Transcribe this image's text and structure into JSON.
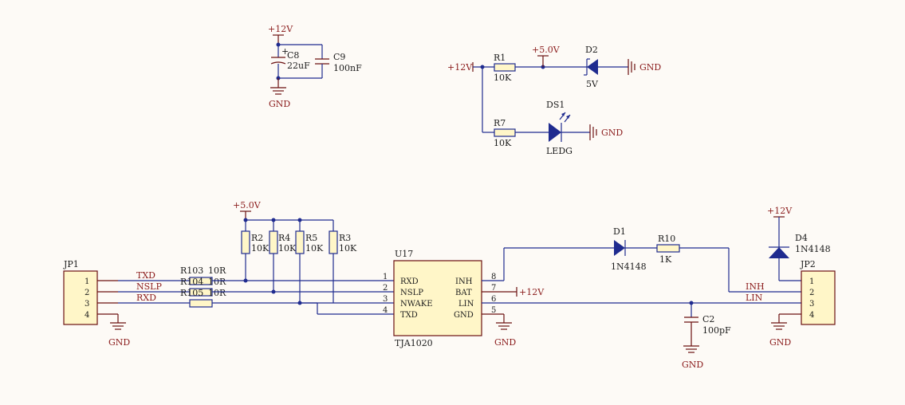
{
  "power": {
    "v12_c8": "+12V",
    "gnd_c8": "GND",
    "v12_r1": "+12V",
    "v5_d2": "+5.0V",
    "gnd_d2": "GND",
    "gnd_ds1": "GND",
    "v5_pullups": "+5.0V",
    "v12_bat": "+12V",
    "v12_d4": "+12V",
    "gnd_jp1": "GND",
    "gnd_u17": "GND",
    "gnd_c2": "GND",
    "gnd_jp2": "GND"
  },
  "components": {
    "c8": {
      "ref": "C8",
      "value": "22uF",
      "plus": "+"
    },
    "c9": {
      "ref": "C9",
      "value": "100nF"
    },
    "r1": {
      "ref": "R1",
      "value": "10K"
    },
    "d2": {
      "ref": "D2",
      "value": "5V"
    },
    "r7": {
      "ref": "R7",
      "value": "10K"
    },
    "ds1": {
      "ref": "DS1",
      "value": "LEDG"
    },
    "r2": {
      "ref": "R2",
      "value": "10K"
    },
    "r4": {
      "ref": "R4",
      "value": "10K"
    },
    "r5": {
      "ref": "R5",
      "value": "10K"
    },
    "r3": {
      "ref": "R3",
      "value": "10K"
    },
    "r103": {
      "ref": "R103",
      "value": "10R"
    },
    "r104": {
      "ref": "R104",
      "value": "10R"
    },
    "r105": {
      "ref": "R105",
      "value": "10R"
    },
    "u17": {
      "ref": "U17",
      "value": "TJA1020"
    },
    "d1": {
      "ref": "D1",
      "value": "1N4148"
    },
    "r10": {
      "ref": "R10",
      "value": "1K"
    },
    "c2": {
      "ref": "C2",
      "value": "100pF"
    },
    "d4": {
      "ref": "D4",
      "value": "1N4148"
    },
    "jp1": {
      "ref": "JP1"
    },
    "jp2": {
      "ref": "JP2"
    }
  },
  "u17_pins": {
    "left": [
      {
        "num": "1",
        "name": "RXD"
      },
      {
        "num": "2",
        "name": "NSLP"
      },
      {
        "num": "3",
        "name": "NWAKE"
      },
      {
        "num": "4",
        "name": "TXD"
      }
    ],
    "right": [
      {
        "num": "8",
        "name": "INH"
      },
      {
        "num": "7",
        "name": "BAT"
      },
      {
        "num": "6",
        "name": "LIN"
      },
      {
        "num": "5",
        "name": "GND"
      }
    ]
  },
  "connector_pins": [
    "1",
    "2",
    "3",
    "4"
  ],
  "nets": {
    "txd": "TXD",
    "nslp": "NSLP",
    "rxd": "RXD",
    "inh": "INH",
    "lin": "LIN"
  }
}
